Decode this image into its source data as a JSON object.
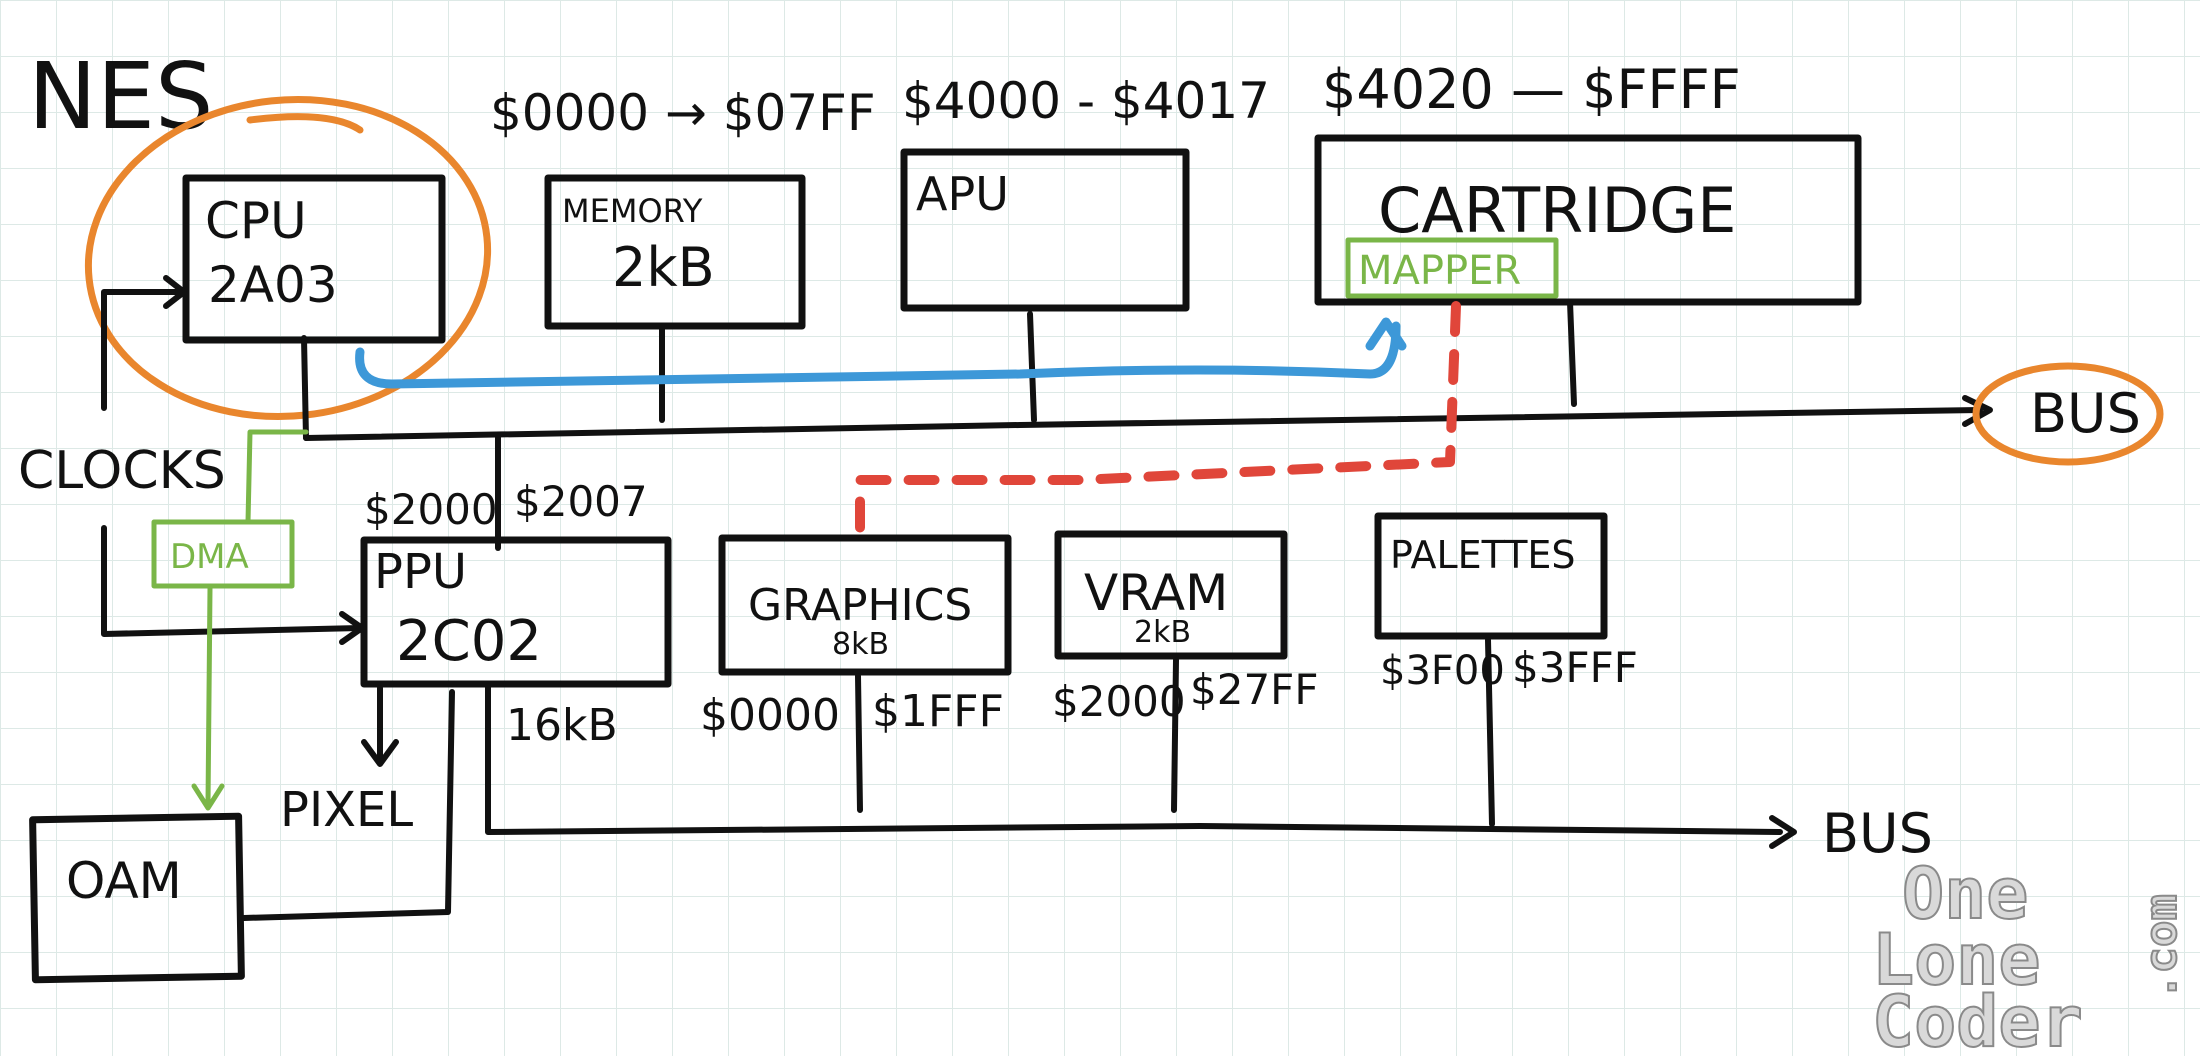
{
  "title": "NES",
  "address_ranges": {
    "memory": "$0000 → $07FF",
    "apu": "$4000 - $4017",
    "cartridge": "$4020 — $FFFF",
    "ppu_start": "$2000",
    "ppu_end": "$2007",
    "graphics_start": "$0000",
    "graphics_end": "$1FFF",
    "vram_start": "$2000",
    "vram_end": "$27FF",
    "palettes_start": "$3F00",
    "palettes_end": "$3FFF",
    "ppu_space": "16kB"
  },
  "components": {
    "cpu": {
      "name": "CPU",
      "model": "2A03"
    },
    "memory": {
      "name": "MEMORY",
      "size": "2kB"
    },
    "apu": {
      "name": "APU"
    },
    "cartridge": {
      "name": "CARTRIDGE",
      "mapper": "MAPPER"
    },
    "ppu": {
      "name": "PPU",
      "model": "2C02"
    },
    "graphics": {
      "name": "GRAPHICS",
      "size": "8kB"
    },
    "vram": {
      "name": "VRAM",
      "size": "2kB"
    },
    "palettes": {
      "name": "PALETTES"
    },
    "oam": {
      "name": "OAM"
    },
    "dma": {
      "name": "DMA"
    }
  },
  "labels": {
    "clocks": "CLOCKS",
    "pixel": "PIXEL",
    "cpu_bus": "BUS",
    "ppu_bus": "BUS"
  },
  "watermark": {
    "line1": "One",
    "line2": "Lone",
    "line3": "Coder",
    "suffix": ".com"
  },
  "colors": {
    "ink": "#111111",
    "orange_highlight": "#e9862d",
    "blue_path": "#3d98d8",
    "red_path": "#e0463a",
    "green_accent": "#7ab648",
    "grid": "#dde9e6"
  }
}
